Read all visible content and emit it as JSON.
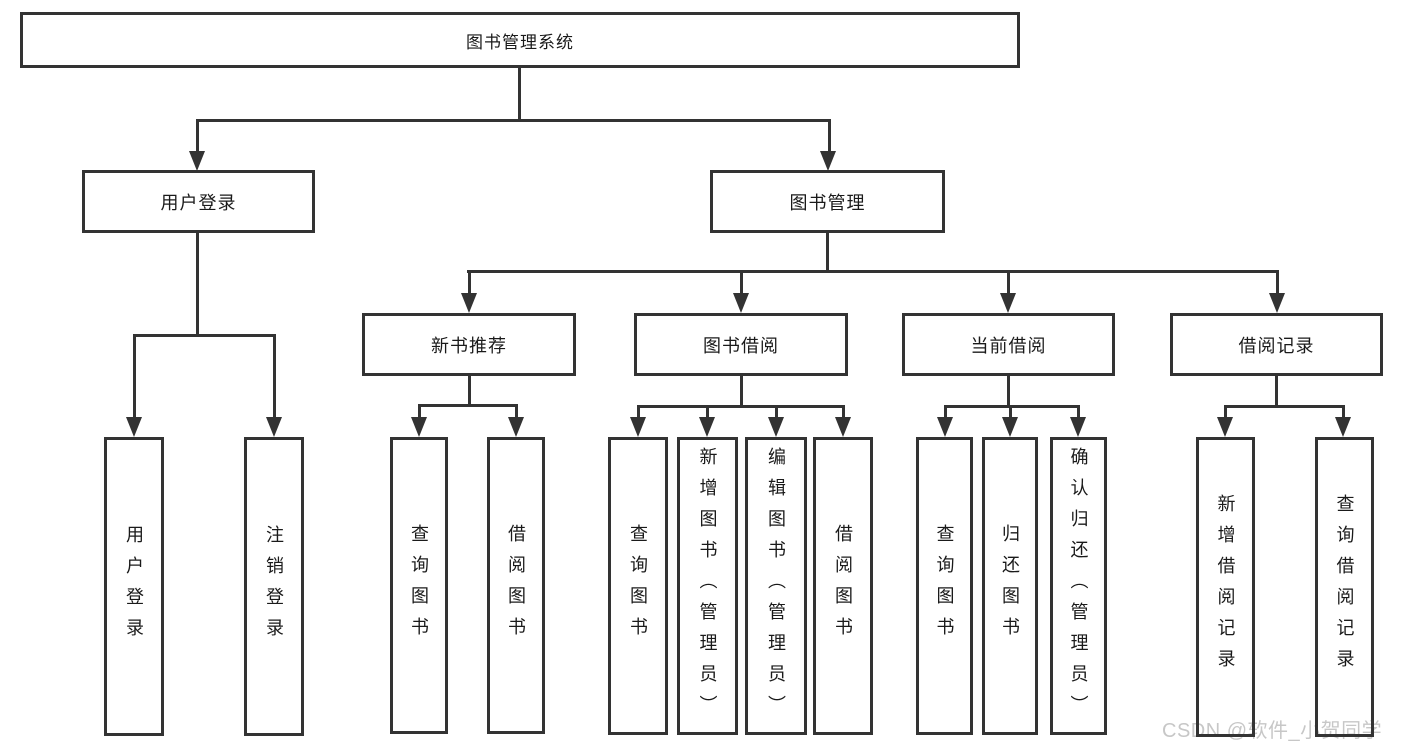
{
  "colors": {
    "line": "#333333",
    "text": "#1a1a1a",
    "watermark": "#c7c7c7",
    "background": "#ffffff"
  },
  "nodes": {
    "root": {
      "label": "图书管理系统"
    },
    "level2": [
      {
        "label": "用户登录"
      },
      {
        "label": "图书管理"
      }
    ],
    "level3": [
      {
        "label": "新书推荐"
      },
      {
        "label": "图书借阅"
      },
      {
        "label": "当前借阅"
      },
      {
        "label": "借阅记录"
      }
    ],
    "leaves": {
      "user_login": [
        "用户登录",
        "注销登录"
      ],
      "new_book": [
        "查询图书",
        "借阅图书"
      ],
      "book_borrow": [
        "查询图书",
        "新增图书（管理员）",
        "编辑图书（管理员）",
        "借阅图书"
      ],
      "current_borrow": [
        "查询图书",
        "归还图书",
        "确认归还（管理员）"
      ],
      "borrow_records": [
        "新增借阅记录",
        "查询借阅记录"
      ]
    }
  },
  "watermark": {
    "text": "CSDN @软件_小贺同学"
  }
}
